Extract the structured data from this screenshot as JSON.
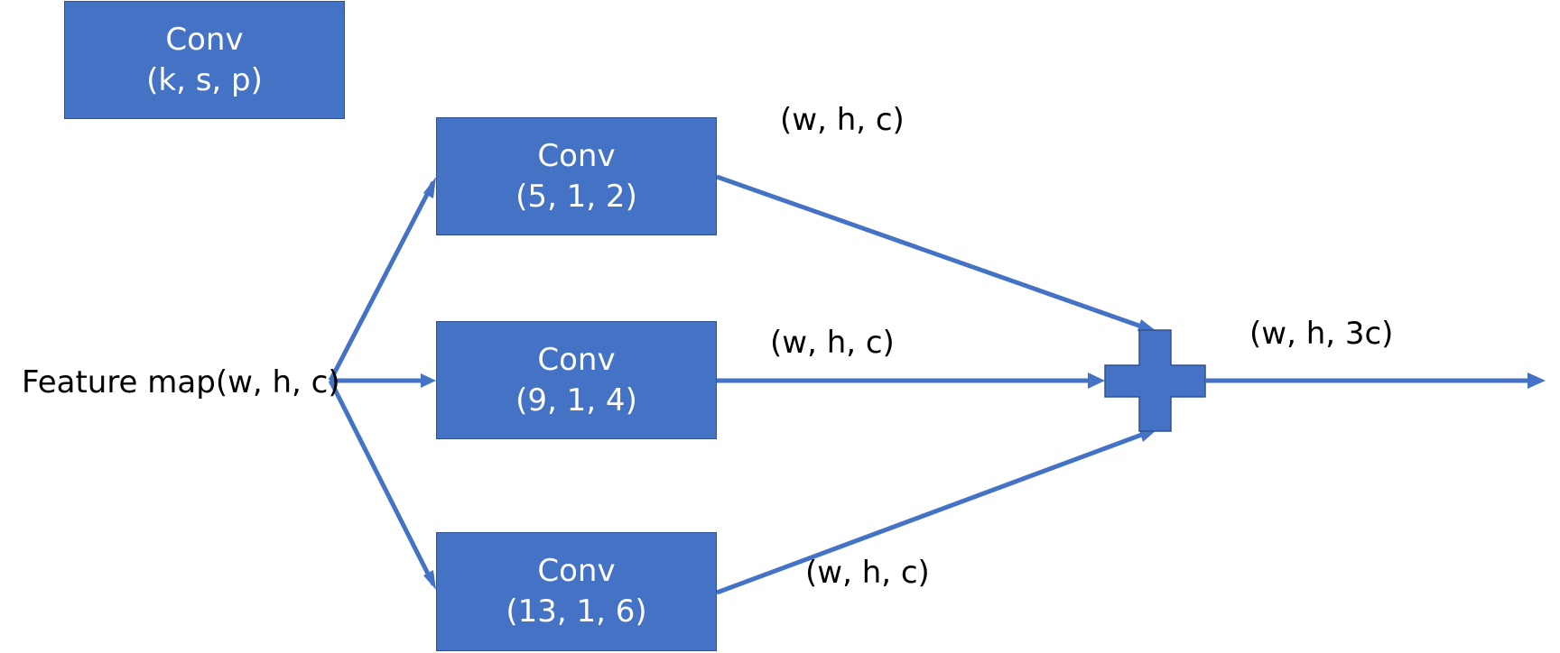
{
  "colors": {
    "block_fill": "#4472c4",
    "block_border": "#2f528f",
    "arrow": "#4472c4",
    "text": "#000000",
    "block_text": "#ffffff"
  },
  "legend": {
    "title": "Conv",
    "params": "(k, s, p)"
  },
  "input": {
    "label": "Feature map(w, h, c)"
  },
  "branches": [
    {
      "title": "Conv",
      "params": "(5, 1, 2)",
      "output_dims": "(w, h, c)"
    },
    {
      "title": "Conv",
      "params": "(9, 1, 4)",
      "output_dims": "(w, h, c)"
    },
    {
      "title": "Conv",
      "params": "(13, 1, 6)",
      "output_dims": "(w, h, c)"
    }
  ],
  "merge": {
    "symbol": "plus-icon",
    "output_dims": "(w, h, 3c)"
  }
}
